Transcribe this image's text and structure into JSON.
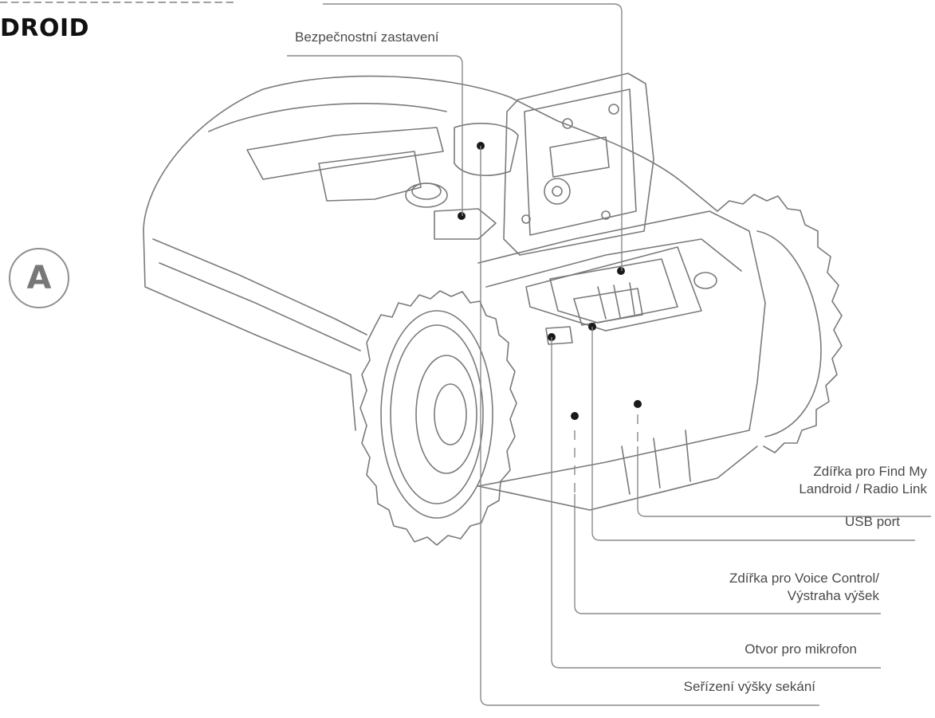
{
  "brand": "DROID",
  "badge_letter": "A",
  "colors": {
    "line": "#8a8a8a",
    "text": "#4a4a4a",
    "brand": "#111111"
  },
  "labels": {
    "safety_stop": "Bezpečnostní zastavení",
    "find_my_line1": "Zdířka pro Find My",
    "find_my_line2": "Landroid / Radio Link",
    "usb_port": "USB port",
    "voice_line1": "Zdířka pro Voice Control/",
    "voice_line2": "Výstraha výšek",
    "microphone": "Otvor pro mikrofon",
    "cut_height": "Seřízení výšky sekání"
  }
}
